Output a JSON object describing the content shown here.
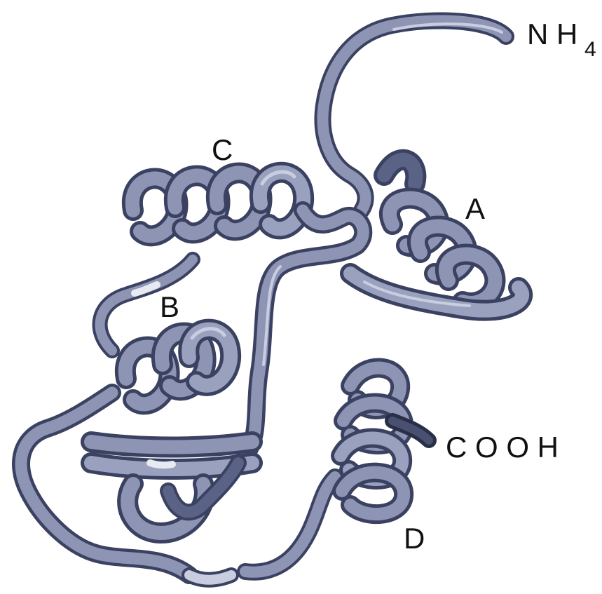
{
  "labels": {
    "n_terminus": "N H",
    "n_terminus_subscript": "4",
    "c_terminus": "C O O H",
    "helix_a": "A",
    "helix_b": "B",
    "helix_c": "C",
    "helix_d": "D"
  },
  "colors": {
    "ribbon_fill": "#8e95b4",
    "ribbon_dark": "#3b4160",
    "ribbon_mid": "#5a6286",
    "ribbon_highlight": "#c9cde0",
    "background": "#ffffff",
    "label_text": "#111111"
  }
}
